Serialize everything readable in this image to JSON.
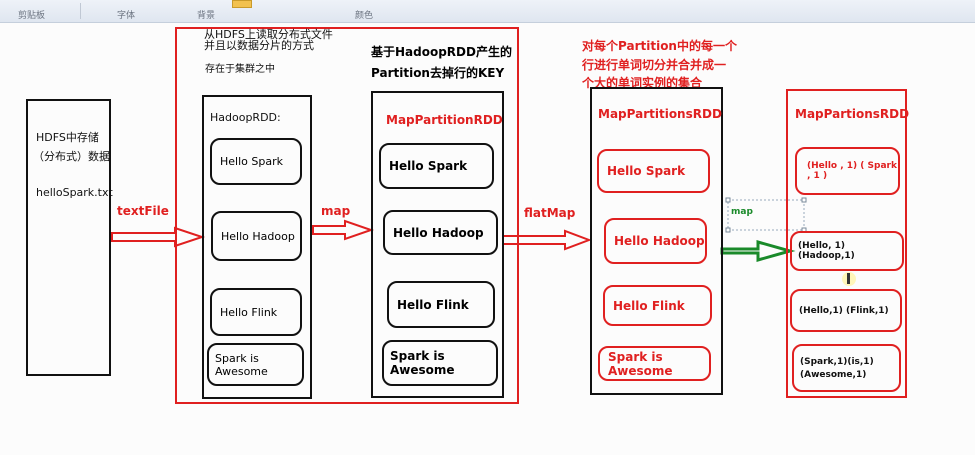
{
  "ribbon": {
    "group1": "剪贴板",
    "group2": "字体",
    "group3": "背景",
    "group4": "颜色"
  },
  "storage": {
    "line1": "HDFS中存储",
    "line2": "（分布式）数据",
    "file": "helloSpark.txt"
  },
  "annotations": {
    "read_line1": "从HDFS上读取分布式文件",
    "read_line2": "并且以数据分片的方式",
    "read_line3": "存在于集群之中",
    "partition_line1": "基于HadoopRDD产生的",
    "partition_line2": "Partition去掉行的KEY",
    "split_line1": "对每个Partition中的每一个",
    "split_line2": "行进行单词切分并合并成一",
    "split_line3": "个大的单词实例的集合"
  },
  "arrows": {
    "textfile": "textFile",
    "map1": "map",
    "flatmap": "flatMap",
    "map2": "map"
  },
  "hadoop_rdd": {
    "title": "HadoopRDD:",
    "items": [
      "Hello Spark",
      "Hello Hadoop",
      "Hello Flink",
      "Spark is Awesome"
    ]
  },
  "map_partition_rdd": {
    "title": "MapPartitionRDD",
    "items": [
      "Hello Spark",
      "Hello Hadoop",
      "Hello Flink",
      "Spark is Awesome"
    ]
  },
  "map_partitions_rdd": {
    "title": "MapPartitionsRDD",
    "items": [
      "Hello Spark",
      "Hello Hadoop",
      "Hello Flink",
      "Spark is Awesome"
    ]
  },
  "map_partions_rdd": {
    "title": "MapPartionsRDD",
    "items": [
      "(Hello , 1) ( Spark , 1 )",
      "(Hello, 1) (Hadoop,1)",
      "(Hello,1) (Flink,1)"
    ],
    "last_line1": "(Spark,1)(is,1)",
    "last_line2": "(Awesome,1)"
  },
  "colors": {
    "red": "#e02020",
    "green": "#1a8a2a",
    "black": "#111111"
  }
}
